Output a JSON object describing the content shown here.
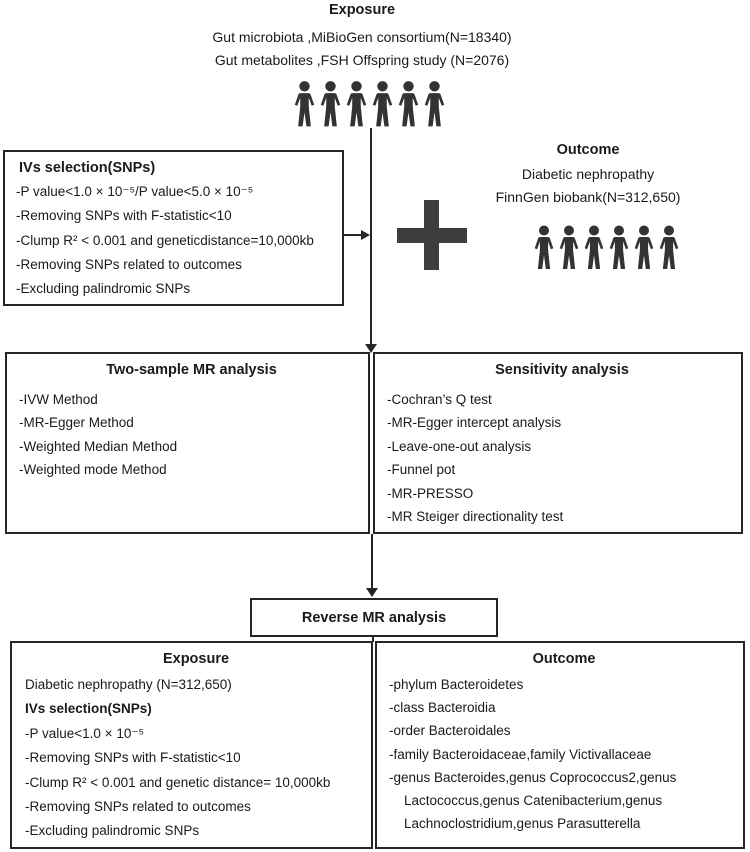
{
  "palette": {
    "ink": "#1a1a1a",
    "line": "#262626",
    "figure": "#333333",
    "plus": "#3d3d3d"
  },
  "top_exposure": {
    "title": "Exposure",
    "lines": [
      "Gut microbiota ,MiBioGen consortium(N=18340)",
      "Gut metabolites ,FSH Offspring study (N=2076)"
    ],
    "people_icon": "person-silhouette",
    "people_count": 6
  },
  "ivs_box": {
    "title": "IVs selection(SNPs)",
    "items": [
      "-P value<1.0 × 10⁻⁵/P value<5.0 × 10⁻⁵",
      "-Removing SNPs with F-statistic<10",
      "-Clump R² < 0.001 and geneticdistance=10,000kb",
      "-Removing SNPs related to outcomes",
      "-Excluding palindromic SNPs"
    ]
  },
  "combine": {
    "symbol": "plus-sign"
  },
  "outcome_block": {
    "title": "Outcome",
    "lines": [
      "Diabetic nephropathy",
      "FinnGen biobank(N=312,650)"
    ],
    "people_icon": "person-silhouette",
    "people_count": 6
  },
  "two_sample_box": {
    "title": "Two-sample MR analysis",
    "items": [
      "-IVW Method",
      "-MR-Egger Method",
      "-Weighted Median Method",
      "-Weighted mode Method"
    ]
  },
  "sensitivity_box": {
    "title": "Sensitivity analysis",
    "items": [
      "-Cochran’s Q test",
      "-MR-Egger intercept analysis",
      "-Leave-one-out analysis",
      "-Funnel pot",
      "-MR-PRESSO",
      "-MR Steiger directionality test"
    ]
  },
  "reverse_box": {
    "title": "Reverse MR analysis"
  },
  "reverse_exposure_box": {
    "title": "Exposure",
    "lines": [
      {
        "text": "Diabetic nephropathy (N=312,650)"
      },
      {
        "text": "IVs selection(SNPs)",
        "bold": true
      },
      {
        "text": "-P value<1.0 × 10⁻⁵"
      },
      {
        "text": "-Removing SNPs with F-statistic<10"
      },
      {
        "text": "-Clump R² < 0.001 and genetic distance= 10,000kb"
      },
      {
        "text": "-Removing SNPs related to outcomes"
      },
      {
        "text": "-Excluding palindromic SNPs"
      }
    ]
  },
  "reverse_outcome_box": {
    "title": "Outcome",
    "items": [
      {
        "text": "-phylum Bacteroidetes"
      },
      {
        "text": "-class Bacteroidia"
      },
      {
        "text": "-order Bacteroidales"
      },
      {
        "text": "-family Bacteroidaceae,family Victivallaceae"
      },
      {
        "text": "-genus Bacteroides,genus Coprococcus2,genus"
      },
      {
        "text": "Lactococcus,genus Catenibacterium,genus",
        "indent": true
      },
      {
        "text": "Lachnoclostridium,genus Parasutterella",
        "indent": true
      }
    ]
  }
}
